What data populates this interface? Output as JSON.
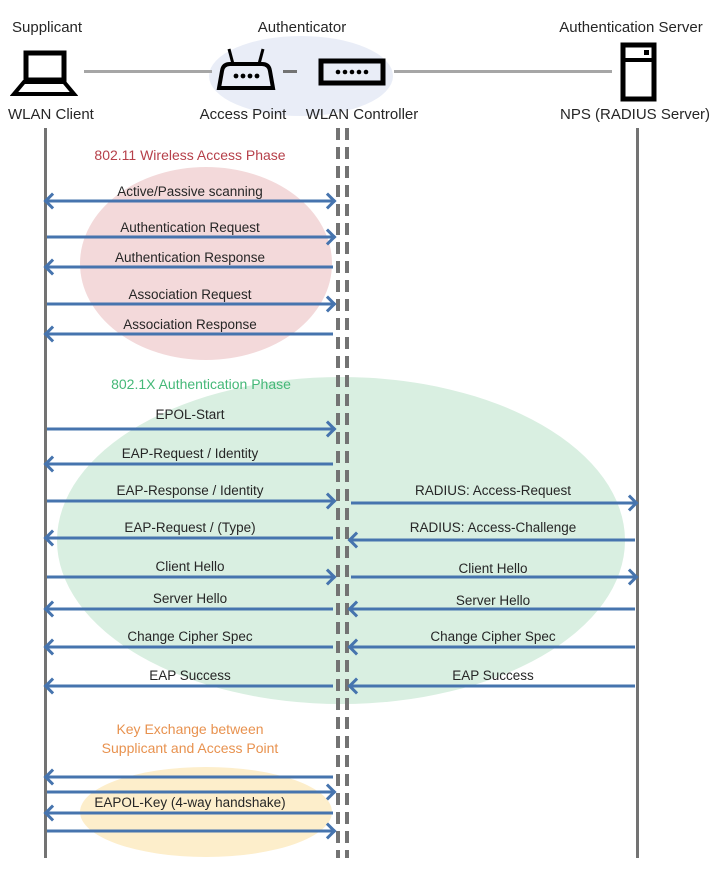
{
  "actors": {
    "supplicant": {
      "role": "Supplicant",
      "device": "WLAN Client"
    },
    "authenticator": {
      "role": "Authenticator",
      "access_point": "Access Point",
      "controller": "WLAN Controller"
    },
    "authentication_server": {
      "role": "Authentication Server",
      "device": "NPS (RADIUS Server)"
    }
  },
  "phase1": {
    "title": "802.11 Wireless Access Phase",
    "messages": [
      {
        "label": "Active/Passive scanning",
        "direction": "both"
      },
      {
        "label": "Authentication Request",
        "direction": "right"
      },
      {
        "label": "Authentication Response",
        "direction": "left"
      },
      {
        "label": "Association Request",
        "direction": "right"
      },
      {
        "label": "Association Response",
        "direction": "left"
      }
    ]
  },
  "phase2": {
    "title": "802.1X Authentication Phase",
    "client_messages": [
      {
        "label": "EPOL-Start",
        "direction": "right"
      },
      {
        "label": "EAP-Request / Identity",
        "direction": "left"
      },
      {
        "label": "EAP-Response / Identity",
        "direction": "right"
      },
      {
        "label": "EAP-Request / (Type)",
        "direction": "left"
      },
      {
        "label": "Client Hello",
        "direction": "right"
      },
      {
        "label": "Server Hello",
        "direction": "left"
      },
      {
        "label": "Change Cipher Spec",
        "direction": "left"
      },
      {
        "label": "EAP Success",
        "direction": "left"
      }
    ],
    "server_messages": [
      {
        "label": "RADIUS: Access-Request",
        "direction": "right"
      },
      {
        "label": "RADIUS: Access-Challenge",
        "direction": "left"
      },
      {
        "label": "Client Hello",
        "direction": "right"
      },
      {
        "label": "Server Hello",
        "direction": "left"
      },
      {
        "label": "Change Cipher Spec",
        "direction": "left"
      },
      {
        "label": "EAP Success",
        "direction": "left"
      }
    ]
  },
  "phase3": {
    "title_line1": "Key Exchange between",
    "title_line2": "Supplicant and Access Point",
    "messages": [
      {
        "label": "",
        "direction": "left"
      },
      {
        "label": "",
        "direction": "right"
      },
      {
        "label": "EAPOL-Key (4-way handshake)",
        "direction": "left"
      },
      {
        "label": "",
        "direction": "right"
      }
    ]
  },
  "colors": {
    "arrow": "#4674ae",
    "lifeline": "#737373",
    "connector": "#a6a6a6",
    "text": "#262626",
    "p1_title": "#b6404a",
    "p1_fill": "#f3d9da",
    "p2_title": "#45b878",
    "p2_fill": "#d9efe1",
    "p3_title": "#e8924f",
    "p3_fill": "#fdeecb",
    "auth_fill": "#e9edf7"
  }
}
